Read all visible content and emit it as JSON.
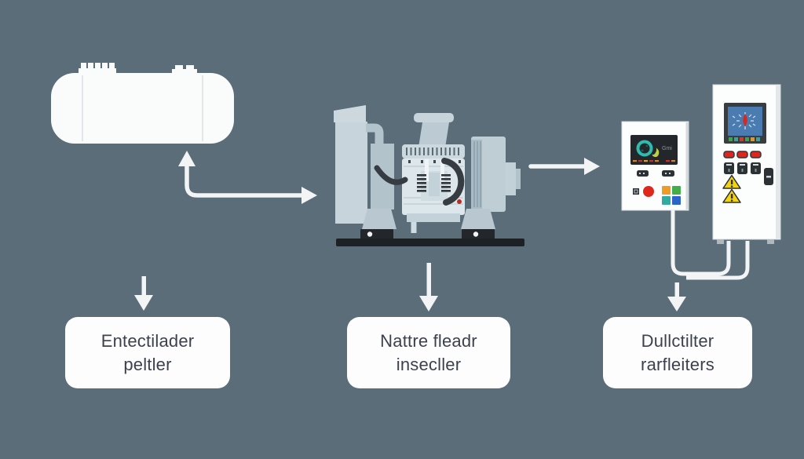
{
  "labels": [
    {
      "line1": "Entectilader",
      "line2": "peltler"
    },
    {
      "line1": "Nattre fleadr",
      "line2": "insecller"
    },
    {
      "line1": "Dullctilter",
      "line2": "rarfleiters"
    }
  ],
  "panels": {
    "small_panel_screen_text": "Gmi"
  },
  "colors": {
    "background": "#5b6d78",
    "arrow_white": "#f2f4f5",
    "tank_white": "#fafbfb",
    "generator_light": "#c7d4db",
    "generator_engine": "#dde7eb",
    "generator_base": "#1d2124",
    "hose_dark": "#363c42",
    "screen_dark": "#23272b",
    "screen_blue": "#4a7cb2",
    "gauge_teal": "#2fbcae",
    "indicator_red": "#df271c",
    "warning_yellow": "#f3d40a",
    "label_text": "#3b424d"
  }
}
